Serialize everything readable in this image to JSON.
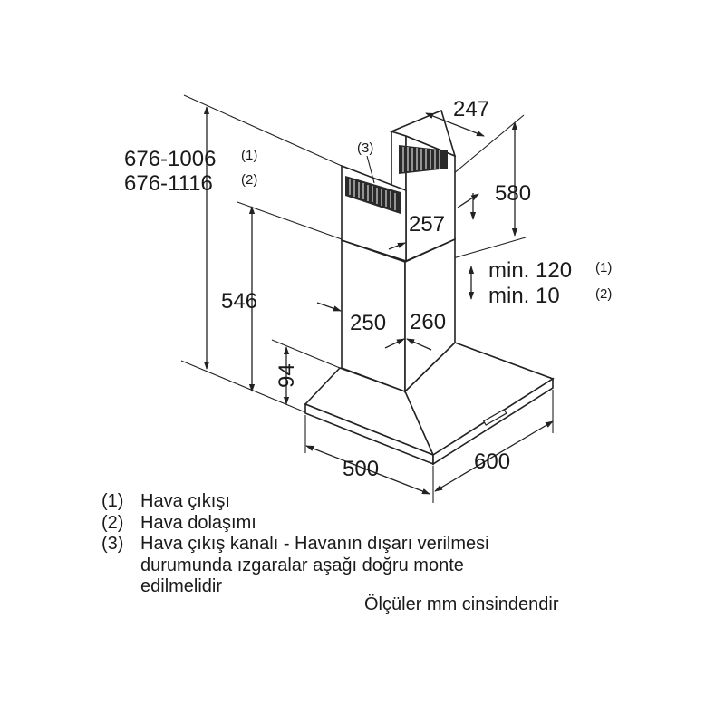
{
  "dimensions": {
    "total_height_1": "676-1006",
    "total_height_1_ref": "(1)",
    "total_height_2": "676-1116",
    "total_height_2_ref": "(2)",
    "chimney_height": "546",
    "canopy_height": "94",
    "top_depth": "247",
    "upper_duct_height": "580",
    "upper_duct_width": "257",
    "ceiling_gap_1": "min. 120",
    "ceiling_gap_1_ref": "(1)",
    "ceiling_gap_2": "min. 10",
    "ceiling_gap_2_ref": "(2)",
    "lower_duct_width": "250",
    "lower_duct_depth": "260",
    "hood_depth": "500",
    "hood_width": "600",
    "callout_3": "(3)"
  },
  "legend": {
    "item1": {
      "num": "(1)",
      "text": "Hava çıkışı"
    },
    "item2": {
      "num": "(2)",
      "text": "Hava dolaşımı"
    },
    "item3": {
      "num": "(3)",
      "line1": "Hava çıkış kanalı - Havanın dışarı verilmesi",
      "line2": "durumunda ızgaralar aşağı doğru monte",
      "line3": "edilmelidir"
    }
  },
  "units_note": "Ölçüler mm cinsindendir",
  "colors": {
    "line": "#222222",
    "text": "#1a1a1a",
    "background": "#ffffff"
  }
}
